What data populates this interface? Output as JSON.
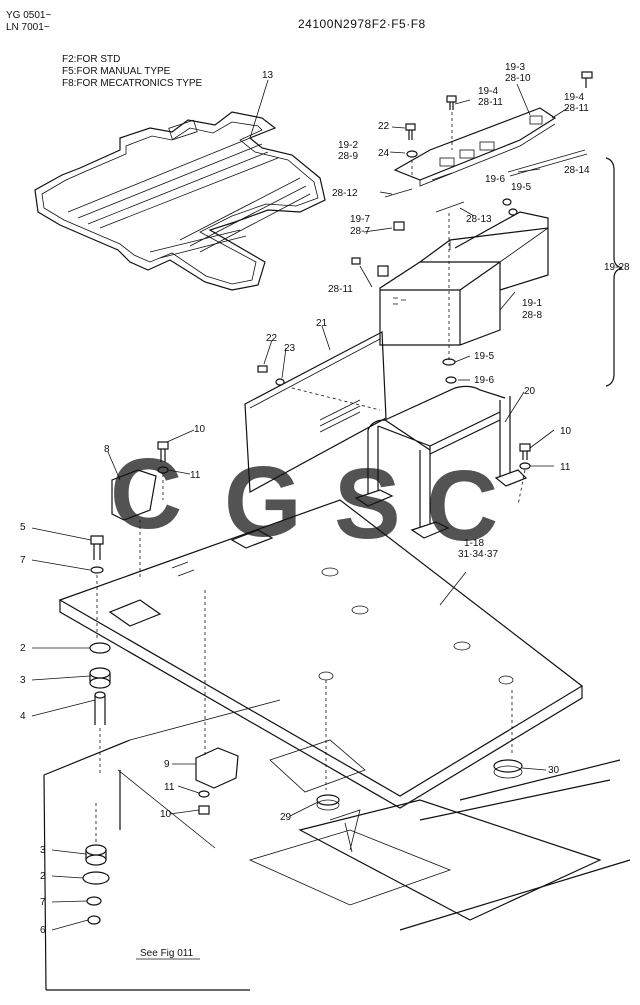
{
  "header": {
    "model_line1": "YG 0501~",
    "model_line2": "LN 7001~",
    "part_code": "24100N2978F2·F5·F8"
  },
  "legend": [
    "F2:FOR STD",
    "F5:FOR MANUAL TYPE",
    "F8:FOR MECATRONICS TYPE"
  ],
  "callouts": [
    "13",
    "19-3",
    "28-10",
    "19-4",
    "28-11",
    "19-4",
    "28-11",
    "22",
    "24",
    "19-2",
    "28-9",
    "28-12",
    "28-14",
    "19-6",
    "19-5",
    "28-13",
    "19-7",
    "28-7",
    "28-11",
    "19-28",
    "19-1",
    "28-8",
    "19-5",
    "19-6",
    "22",
    "23",
    "21",
    "20",
    "10",
    "11",
    "8",
    "10",
    "11",
    "5",
    "7",
    "1-18",
    "31·34·37",
    "2",
    "3",
    "4",
    "9",
    "11",
    "10",
    "29",
    "30",
    "3",
    "2",
    "7",
    "6"
  ],
  "footer": {
    "see_fig": "See Fig 011"
  },
  "watermark": {
    "letters": [
      "C",
      "G",
      "S",
      "C"
    ],
    "colors": [
      "#3f7fe8",
      "#ee3b2f",
      "#f5c518",
      "#1ea05a"
    ]
  }
}
